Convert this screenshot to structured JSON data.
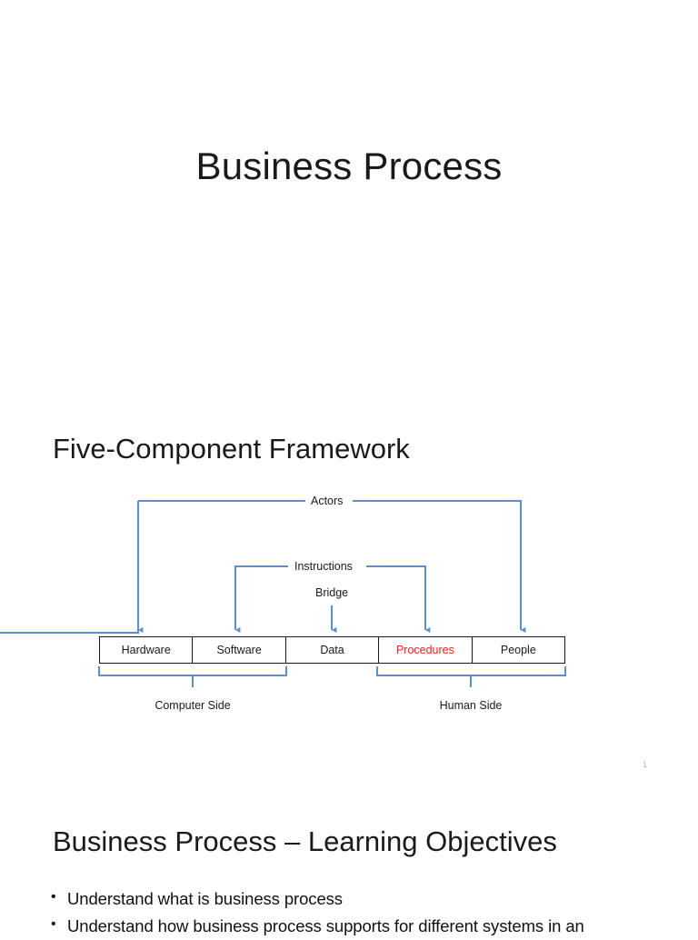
{
  "slide_one": {
    "title": "Business Process",
    "section_heading": "Five-Component Framework",
    "page_number": "1",
    "diagram": {
      "actors_label": "Actors",
      "instructions_label": "Instructions",
      "bridge_label": "Bridge",
      "components": [
        {
          "label": "Hardware",
          "color": "#1a1a1a"
        },
        {
          "label": "Software",
          "color": "#1a1a1a"
        },
        {
          "label": "Data",
          "color": "#1a1a1a"
        },
        {
          "label": "Procedures",
          "color": "#e8241f"
        },
        {
          "label": "People",
          "color": "#1a1a1a"
        }
      ],
      "computer_side_label": "Computer Side",
      "human_side_label": "Human Side",
      "connector_color": "#5b8fd0",
      "box_border_color": "#1a1a1a"
    }
  },
  "slide_two": {
    "section_heading": "Business Process – Learning Objectives",
    "bullets": [
      "Understand what is business process",
      "Understand how business process supports for different systems in an"
    ]
  }
}
